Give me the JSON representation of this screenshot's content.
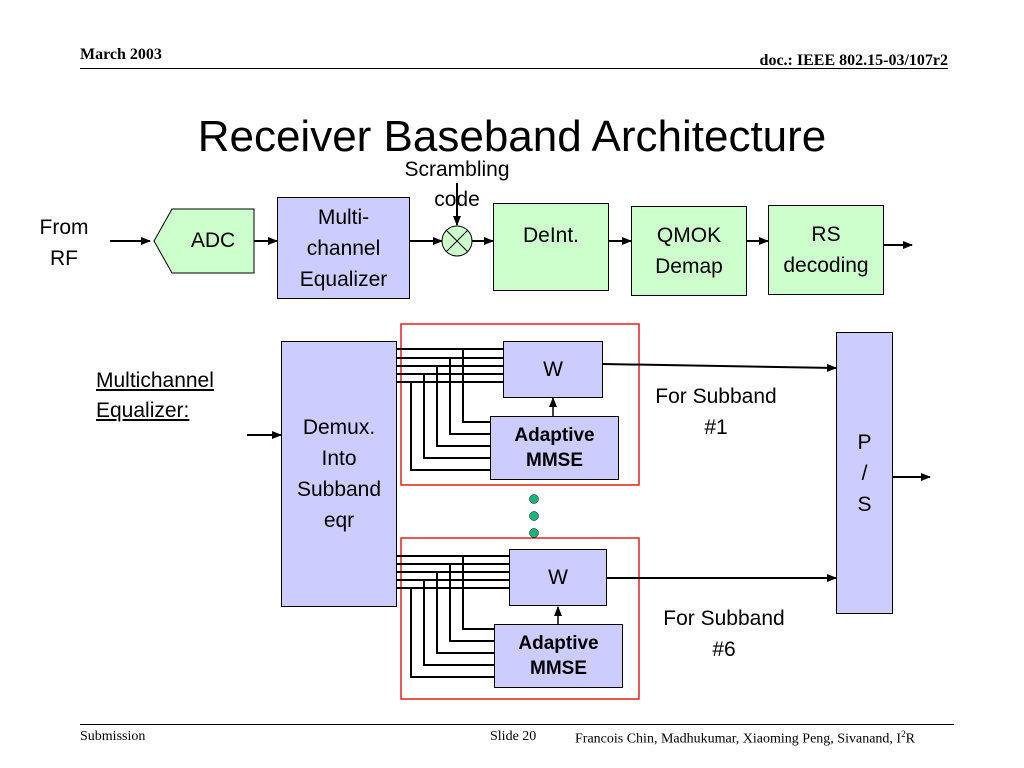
{
  "header": {
    "date": "March 2003",
    "doc": "doc.: IEEE 802.15-03/107r2"
  },
  "title": "Receiver Baseband Architecture",
  "top_chain": {
    "input_label": "From RF",
    "adc": "ADC",
    "equalizer": "Multi-channel Equalizer",
    "equalizer_lines": [
      "Multi-",
      "channel",
      "Equalizer"
    ],
    "scrambling_label": "Scrambling code",
    "scrambling_lines": [
      "Scrambling",
      "code"
    ],
    "deinterleaver": "DeInt.",
    "qmok_lines": [
      "QMOK",
      "Demap"
    ],
    "rs_lines": [
      "RS",
      "decoding"
    ]
  },
  "detail": {
    "caption_lines": [
      "Multichannel",
      "Equalizer:"
    ],
    "demux_lines": [
      "Demux.",
      "Into",
      "Subband",
      "eqr"
    ],
    "w_top": "W",
    "mmse_top_lines": [
      "Adaptive",
      "MMSE"
    ],
    "w_bottom": "W",
    "mmse_bottom_lines": [
      "Adaptive",
      "MMSE"
    ],
    "subband1_lines": [
      "For Subband",
      "#1"
    ],
    "subband6_lines": [
      "For Subband",
      "#6"
    ],
    "ps_lines": [
      "P",
      "/",
      "S"
    ]
  },
  "colors": {
    "green_block": "#ccffcc",
    "purple_block": "#ccccff",
    "group_border": "#e02020",
    "dots": "#1ab37a"
  },
  "footer": {
    "left": "Submission",
    "slide": "Slide 20",
    "authors": "Francois Chin, Madhukumar, Xiaoming Peng, Sivanand, I",
    "authors_sup": "2",
    "authors_end": "R"
  }
}
